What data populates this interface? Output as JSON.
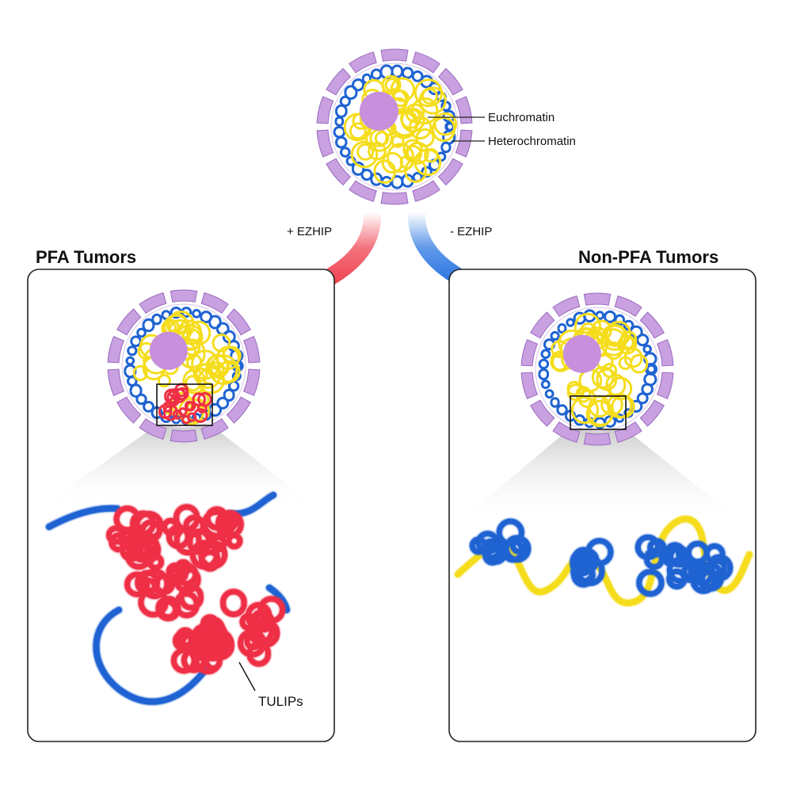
{
  "labels": {
    "euchromatin": "Euchromatin",
    "heterochromatin": "Heterochromatin",
    "plus_ezhip": "+ EZHIP",
    "minus_ezhip": "-  EZHIP",
    "pfa_title": "PFA Tumors",
    "nonpfa_title": "Non-PFA Tumors",
    "tulips": "TULIPs"
  },
  "colors": {
    "membrane": "#c9a0e0",
    "membrane_edge": "#9a6cc0",
    "nucleolus": "#c78fdc",
    "euchromatin": "#f5dd1e",
    "heterochromatin": "#1f63d3",
    "tulip": "#ee2f45",
    "arrow_plus": "#ee3a48",
    "arrow_minus": "#1f6ee0"
  },
  "icons": {
    "top_cell": "nucleus-icon",
    "pfa_cell": "nucleus-with-tulips-icon",
    "nonpfa_cell": "nucleus-icon",
    "plus_arrow": "curved-arrow-left-icon",
    "minus_arrow": "curved-arrow-right-icon"
  }
}
